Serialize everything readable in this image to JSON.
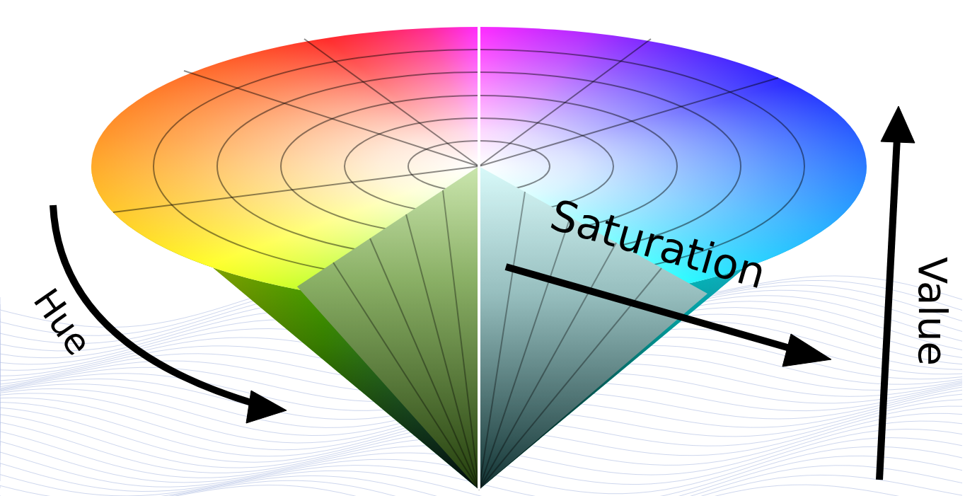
{
  "diagram": {
    "labels": [
      "Hue",
      "Saturation",
      "Value"
    ]
  }
}
